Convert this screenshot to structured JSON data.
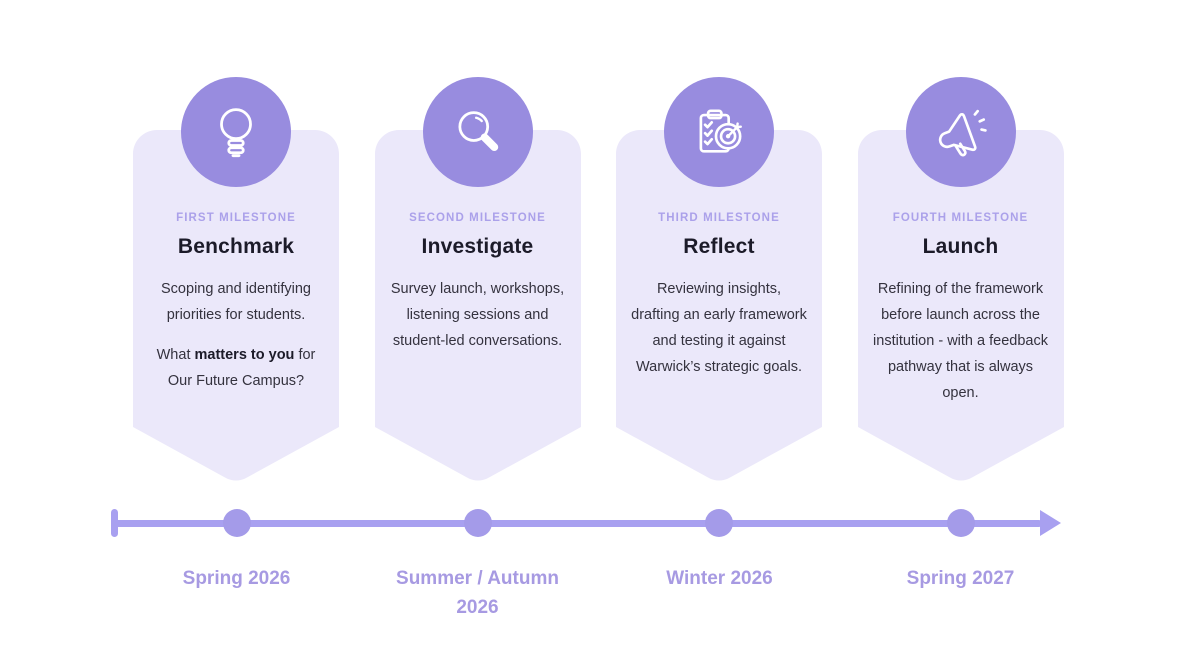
{
  "colors": {
    "page_bg": "#ffffff",
    "accent": "#988CDF",
    "card_bg": "#EBE8FA",
    "kicker": "#ABA1EA",
    "title": "#1C1B29",
    "body": "#34323E",
    "timeline": "#A8A0F0",
    "dot": "#A49BE9",
    "date": "#A79AE2"
  },
  "milestones": [
    {
      "icon": "lightbulb-icon",
      "kicker": "FIRST MILESTONE",
      "title": "Benchmark",
      "body1": "Scoping and identifying priorities for students.",
      "body2_pre": "What ",
      "body2_bold": "matters to you",
      "body2_post": " for Our Future Campus?",
      "date": "Spring 2026"
    },
    {
      "icon": "magnifier-icon",
      "kicker": "SECOND MILESTONE",
      "title": "Investigate",
      "body1": "Survey launch, workshops, listening sessions and student-led conversations.",
      "date": "Summer / Autumn 2026"
    },
    {
      "icon": "checklist-target-icon",
      "kicker": "THIRD MILESTONE",
      "title": "Reflect",
      "body1": "Reviewing insights, drafting an early framework and testing it against Warwick’s strategic goals.",
      "date": "Winter 2026"
    },
    {
      "icon": "megaphone-icon",
      "kicker": "FOURTH MILESTONE",
      "title": "Launch",
      "body1": "Refining of the framework before launch across the institution - with a feedback pathway that is always open.",
      "date": "Spring 2027"
    }
  ]
}
